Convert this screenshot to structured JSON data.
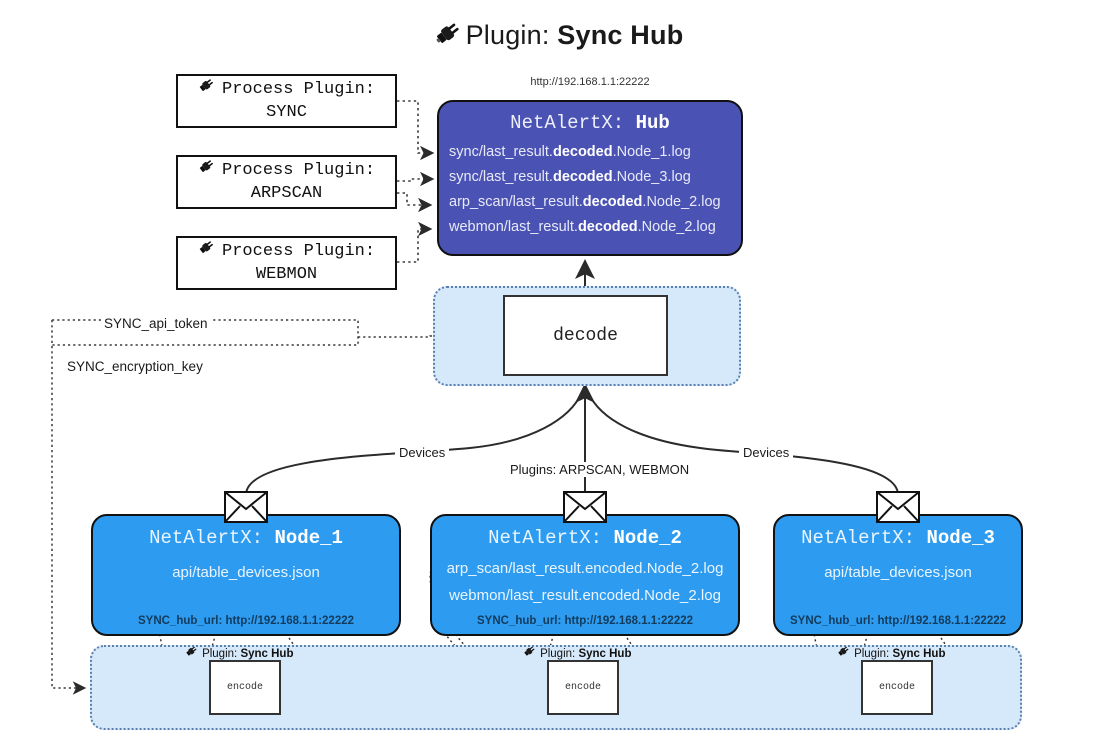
{
  "header": {
    "plug_icon": "plug-icon",
    "prefix": "Plugin:",
    "title": "Sync Hub"
  },
  "hub": {
    "url": "http://192.168.1.1:22222",
    "label_prefix": "NetAlertX:",
    "label_name": "Hub",
    "logs": [
      {
        "pre": "sync/last_result.",
        "em": "decoded",
        "post": ".Node_1.log"
      },
      {
        "pre": "sync/last_result.",
        "em": "decoded",
        "post": ".Node_3.log"
      },
      {
        "pre": "arp_scan/last_result.",
        "em": "decoded",
        "post": ".Node_2.log"
      },
      {
        "pre": "webmon/last_result.",
        "em": "decoded",
        "post": ".Node_2.log"
      }
    ]
  },
  "process_plugins": [
    {
      "icon": "plug-icon",
      "line1": "Process Plugin:",
      "line2": "SYNC"
    },
    {
      "icon": "plug-icon",
      "line1": "Process Plugin:",
      "line2": "ARPSCAN"
    },
    {
      "icon": "plug-icon",
      "line1": "Process Plugin:",
      "line2": "WEBMON"
    }
  ],
  "decode": {
    "box_label": "decode"
  },
  "tokens": [
    {
      "label": "SYNC_api_token"
    },
    {
      "label": "SYNC_encryption_key"
    }
  ],
  "edge_labels": {
    "left_devices": "Devices",
    "right_devices": "Devices",
    "center_plugins": "Plugins: ARPSCAN, WEBMON"
  },
  "nodes": [
    {
      "prefix": "NetAlertX:",
      "name": "Node_1",
      "lines": [
        "api/table_devices.json"
      ],
      "footer": "SYNC_hub_url: http://192.168.1.1:22222",
      "envelope_icon": "envelope-icon"
    },
    {
      "prefix": "NetAlertX:",
      "name": "Node_2",
      "lines": [
        "arp_scan/last_result.encoded.Node_2.log",
        "webmon/last_result.encoded.Node_2.log"
      ],
      "footer": "SYNC_hub_url: http://192.168.1.1:22222",
      "envelope_icon": "envelope-icon"
    },
    {
      "prefix": "NetAlertX:",
      "name": "Node_3",
      "lines": [
        "api/table_devices.json"
      ],
      "footer": "SYNC_hub_url: http://192.168.1.1:22222",
      "envelope_icon": "envelope-icon"
    }
  ],
  "encoders": [
    {
      "caption_prefix": "Plugin:",
      "caption_name": "Sync Hub",
      "box_label": "encode",
      "icon": "plug-icon"
    },
    {
      "caption_prefix": "Plugin:",
      "caption_name": "Sync Hub",
      "box_label": "encode",
      "icon": "plug-icon"
    },
    {
      "caption_prefix": "Plugin:",
      "caption_name": "Sync Hub",
      "box_label": "encode",
      "icon": "plug-icon"
    }
  ],
  "colors": {
    "hub_fill": "#4A52B3",
    "node_fill": "#2D9BF0",
    "panel_fill": "#D6E9FA",
    "panel_border": "#5b7fae",
    "stroke": "#111111",
    "background": "#FFFFFF"
  }
}
